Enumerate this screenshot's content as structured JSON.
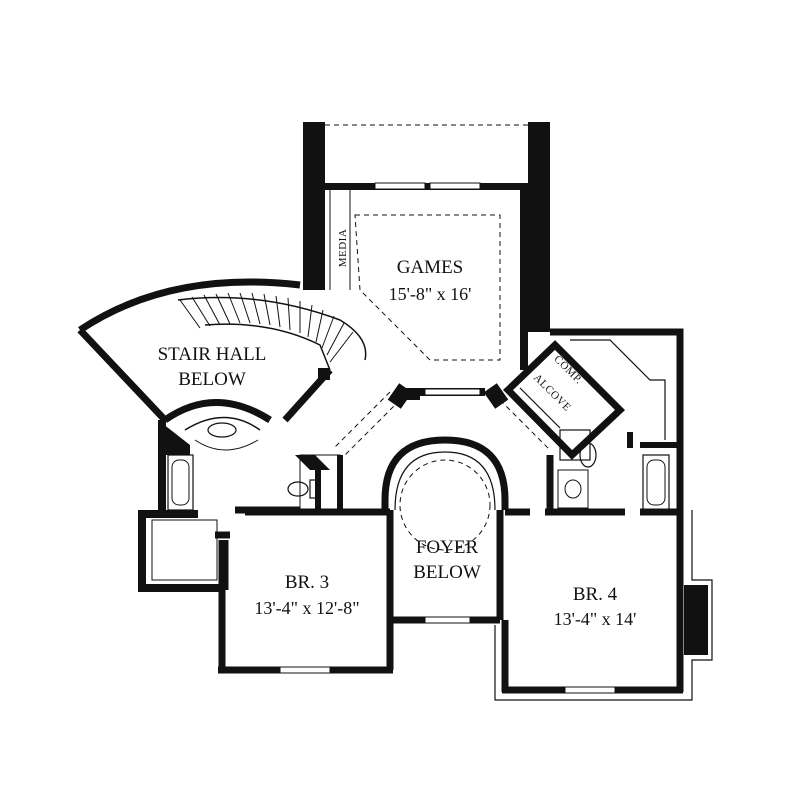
{
  "plan": {
    "rooms": {
      "games": {
        "name": "GAMES",
        "size": "15'-8\" x 16'"
      },
      "media": {
        "name": "MEDIA"
      },
      "stair": {
        "line1": "STAIR HALL",
        "line2": "BELOW"
      },
      "foyer": {
        "line1": "FOYER",
        "line2": "BELOW"
      },
      "comp": {
        "line1": "COMP.",
        "line2": "ALCOVE"
      },
      "br3": {
        "name": "BR. 3",
        "size": "13'-4\" x 12'-8\""
      },
      "br4": {
        "name": "BR. 4",
        "size": "13'-4\" x 14'"
      }
    },
    "colors": {
      "ink": "#111111",
      "paper": "#ffffff"
    }
  }
}
